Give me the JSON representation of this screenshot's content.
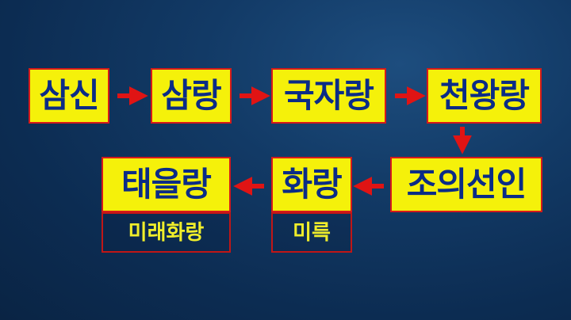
{
  "colors": {
    "node_fill": "#f5f10a",
    "node_text": "#0b2c86",
    "border_red": "#d61a1a",
    "arrow_red": "#e01414",
    "sub_text": "#f0ee2a",
    "background": "#123a66"
  },
  "nodes": {
    "samsin": "삼신",
    "samrang": "삼랑",
    "gukjarang": "국자랑",
    "cheonwangrang": "천왕랑",
    "jouiseonin": "조의선인",
    "hwarang": "화랑",
    "taeeullang": "태을랑"
  },
  "labels": {
    "hwarang_sub": "미륵",
    "taeeullang_sub": "미래화랑"
  }
}
